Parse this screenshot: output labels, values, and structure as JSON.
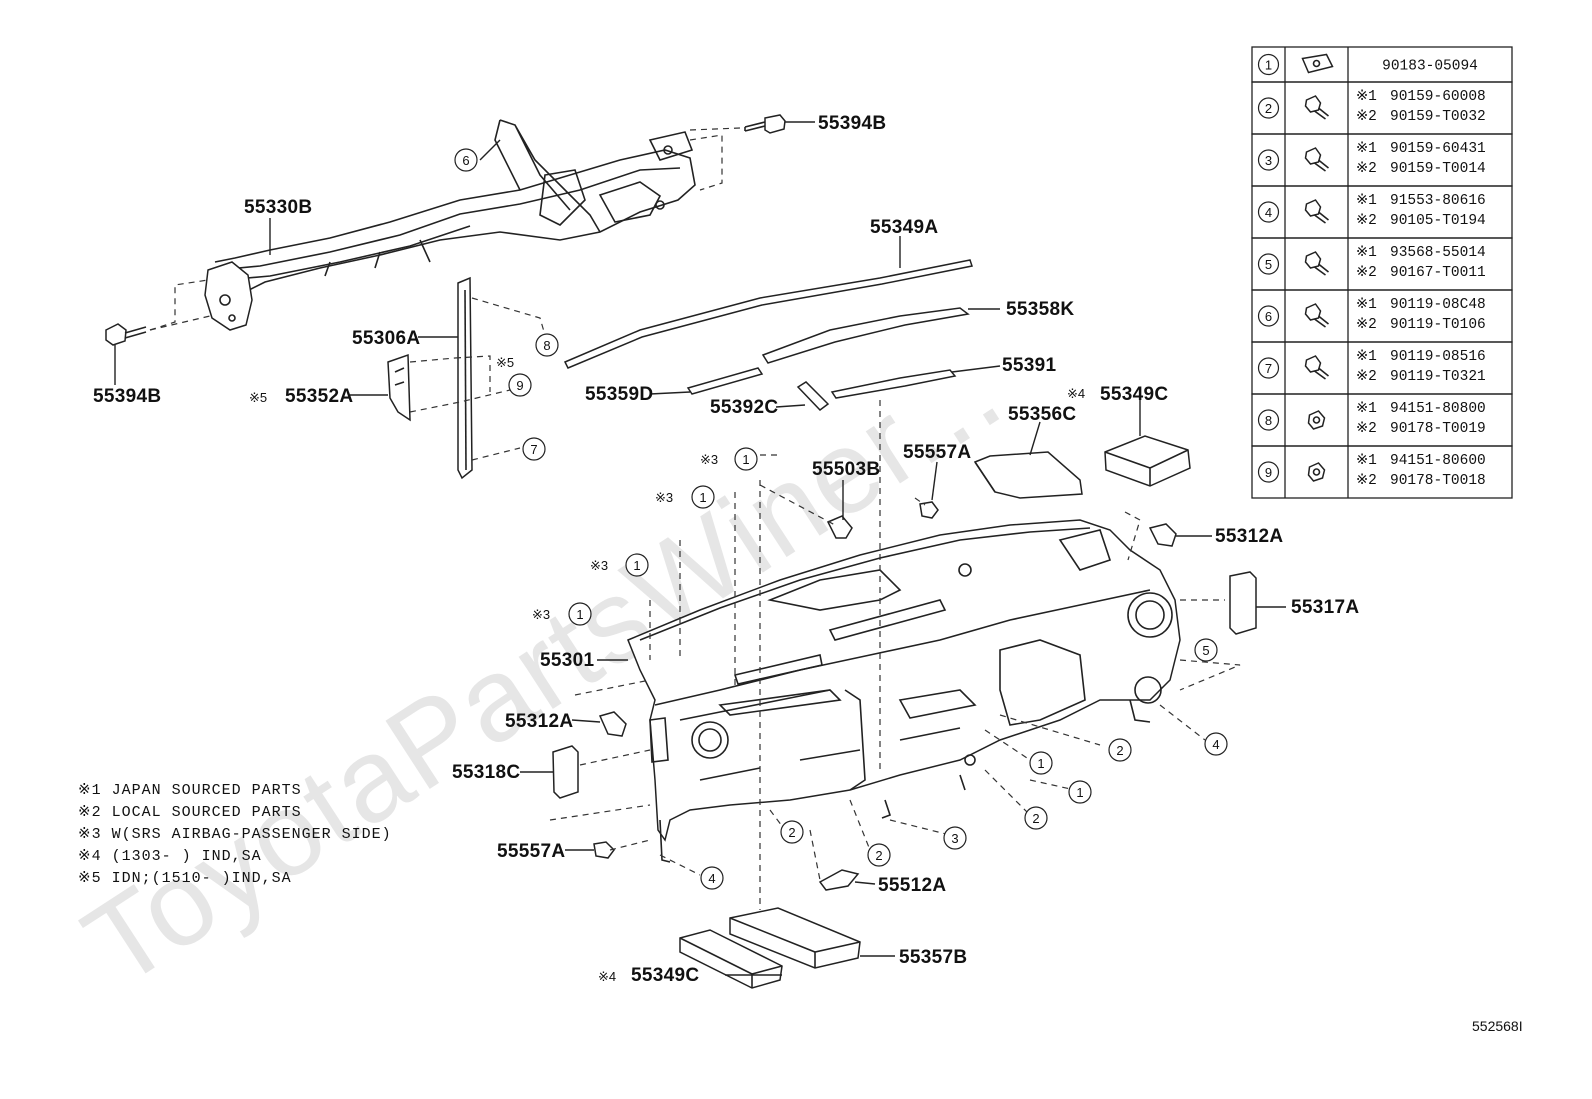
{
  "diagram": {
    "watermark": "ToyotaPartsWiner...",
    "figure_code": "552568I",
    "callouts": {
      "c_55394B_top": "55394B",
      "c_55330B": "55330B",
      "c_55394B_left": "55394B",
      "c_55306A": "55306A",
      "c_55352A": "55352A",
      "c_55349A": "55349A",
      "c_55358K": "55358K",
      "c_55391": "55391",
      "c_55359D": "55359D",
      "c_55392C": "55392C",
      "c_55356C": "55356C",
      "c_55349C_top": "55349C",
      "c_55503B": "55503B",
      "c_55557A_top": "55557A",
      "c_55312A_right": "55312A",
      "c_55317A": "55317A",
      "c_55301": "55301",
      "c_55312A_left": "55312A",
      "c_55318C": "55318C",
      "c_55557A_bottom": "55557A",
      "c_55512A": "55512A",
      "c_55357B": "55357B",
      "c_55349C_bottom": "55349C"
    },
    "note_marks": {
      "m5a": "※5",
      "m5b": "※5",
      "m4a": "※4",
      "m4b": "※4",
      "m3a": "※3",
      "m3b": "※3",
      "m3c": "※3",
      "m3d": "※3"
    },
    "ref_numbers": {
      "r6": "6",
      "r8": "8",
      "r9": "9",
      "r7": "7",
      "r1a": "1",
      "r1b": "1",
      "r1c": "1",
      "r1d": "1",
      "r5": "5",
      "r4a": "4",
      "r1e": "1",
      "r2a": "2",
      "r1f": "1",
      "r2b": "2",
      "r3": "3",
      "r2c": "2",
      "r2d": "2",
      "r4b": "4"
    },
    "legend": [
      "※1 JAPAN SOURCED PARTS",
      "※2 LOCAL SOURCED PARTS",
      "※3 W(SRS AIRBAG-PASSENGER SIDE)",
      "※4 (1303-      ) IND,SA",
      "※5 IDN;(1510-      )IND,SA"
    ]
  },
  "parts_table": {
    "rows": [
      {
        "ref": "1",
        "icon": "clip-nut-icon",
        "codes": [
          {
            "mark": "",
            "code": "90183-05094"
          }
        ]
      },
      {
        "ref": "2",
        "icon": "screw-icon",
        "codes": [
          {
            "mark": "※1",
            "code": "90159-60008"
          },
          {
            "mark": "※2",
            "code": "90159-T0032"
          }
        ]
      },
      {
        "ref": "3",
        "icon": "screw-icon",
        "codes": [
          {
            "mark": "※1",
            "code": "90159-60431"
          },
          {
            "mark": "※2",
            "code": "90159-T0014"
          }
        ]
      },
      {
        "ref": "4",
        "icon": "bolt-icon",
        "codes": [
          {
            "mark": "※1",
            "code": "91553-80616"
          },
          {
            "mark": "※2",
            "code": "90105-T0194"
          }
        ]
      },
      {
        "ref": "5",
        "icon": "bolt-icon",
        "codes": [
          {
            "mark": "※1",
            "code": "93568-55014"
          },
          {
            "mark": "※2",
            "code": "90167-T0011"
          }
        ]
      },
      {
        "ref": "6",
        "icon": "bolt-icon",
        "codes": [
          {
            "mark": "※1",
            "code": "90119-08C48"
          },
          {
            "mark": "※2",
            "code": "90119-T0106"
          }
        ]
      },
      {
        "ref": "7",
        "icon": "bolt-icon",
        "codes": [
          {
            "mark": "※1",
            "code": "90119-08516"
          },
          {
            "mark": "※2",
            "code": "90119-T0321"
          }
        ]
      },
      {
        "ref": "8",
        "icon": "nut-icon",
        "codes": [
          {
            "mark": "※1",
            "code": "94151-80800"
          },
          {
            "mark": "※2",
            "code": "90178-T0019"
          }
        ]
      },
      {
        "ref": "9",
        "icon": "nut-icon",
        "codes": [
          {
            "mark": "※1",
            "code": "94151-80600"
          },
          {
            "mark": "※2",
            "code": "90178-T0018"
          }
        ]
      }
    ]
  }
}
